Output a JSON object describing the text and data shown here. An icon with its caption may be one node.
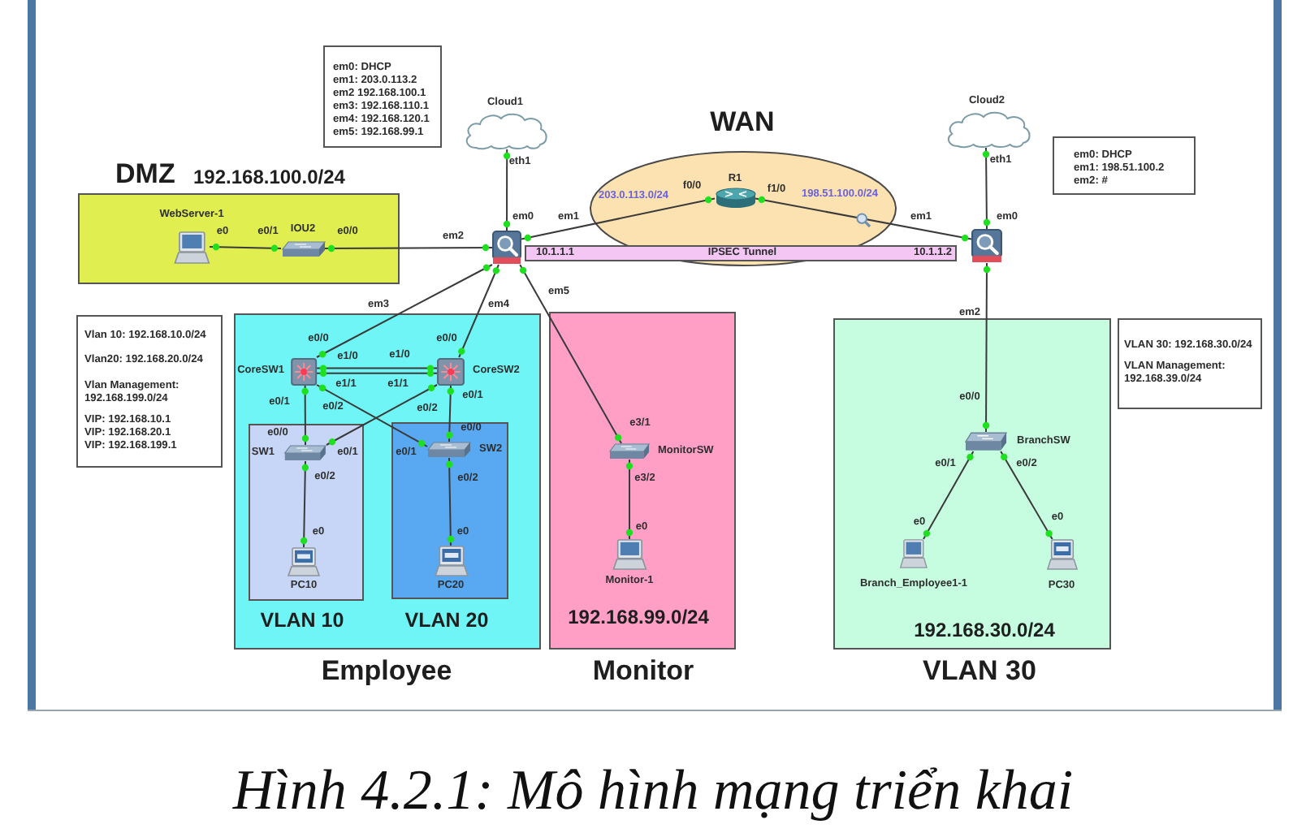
{
  "diagram": {
    "caption": "Hình 4.2.1: Mô hình mạng triển khai",
    "nodes": [
      {
        "text": [
          "em0: DHCP",
          "em1: 203.0.113.2",
          "em2 192.168.100.1",
          "em3: 192.168.110.1",
          "em4: 192.168.120.1",
          "em5: 192.168.99.1"
        ]
      },
      {
        "text": [
          "Cloud1"
        ]
      },
      {
        "text": [
          "Cloud2"
        ]
      },
      {
        "text": [
          "WAN"
        ]
      },
      {
        "text": [
          "R1"
        ],
        "in": 3
      },
      {
        "text": [
          "em0: DHCP",
          "em1: 198.51.100.2",
          "em2: #"
        ]
      },
      {
        "text": [
          "DMZ",
          "192.168.100.0/24"
        ]
      },
      {
        "text": [
          "WebServer-1"
        ],
        "in": 6
      },
      {
        "text": [
          "IOU2"
        ],
        "in": 6
      },
      {
        "text": [],
        "shape": "picture"
      },
      {
        "text": [
          "10.1.1.1",
          "IPSEC Tunnel",
          "10.1.1.2"
        ]
      },
      {
        "text": [],
        "shape": "picture"
      },
      {
        "text": [
          "Vlan 10: 192.168.10.0/24",
          "Vlan20: 192.168.20.0/24",
          "Vlan Management: 192.168.199.0/24",
          "VIP: 192.168.10.1",
          "VIP: 192.168.20.1",
          "VIP: 192.168.199.1"
        ]
      },
      {
        "text": [
          "Employee"
        ]
      },
      {
        "text": [
          "CoreSW1"
        ],
        "in": 13
      },
      {
        "text": [
          "CoreSW2"
        ],
        "in": 13
      },
      {
        "text": [
          "VLAN 10"
        ],
        "in": 13
      },
      {
        "text": [
          "SW1"
        ],
        "in": 16
      },
      {
        "text": [
          "PC10"
        ],
        "in": 16
      },
      {
        "text": [
          "VLAN 20"
        ],
        "in": 13
      },
      {
        "text": [
          "SW2"
        ],
        "in": 19
      },
      {
        "text": [
          "PC20"
        ],
        "in": 19
      },
      {
        "text": [
          "192.168.99.0/24",
          "Monitor"
        ]
      },
      {
        "text": [
          "MonitorSW"
        ],
        "in": 22
      },
      {
        "text": [
          "Monitor-1"
        ],
        "in": 22
      },
      {
        "text": [
          "192.168.30.0/24",
          "VLAN 30"
        ]
      },
      {
        "text": [
          "BranchSW"
        ],
        "in": 25
      },
      {
        "text": [
          "Branch_Employee1-1"
        ],
        "in": 25
      },
      {
        "text": [
          "PC30"
        ],
        "in": 25
      },
      {
        "text": [
          "VLAN 30: 192.168.30.0/24",
          "VLAN Management: 192.168.39.0/24"
        ]
      }
    ],
    "edges": [
      {
        "from": 1,
        "to": 9,
        "arrow": "other"
      },
      {
        "from": 7,
        "to": 8,
        "arrow": "other"
      },
      {
        "from": 8,
        "to": 9,
        "arrow": "other"
      },
      {
        "from": 9,
        "to": 4,
        "arrow": "other"
      },
      {
        "from": 4,
        "to": 11,
        "arrow": "other"
      },
      {
        "from": 2,
        "to": 11,
        "arrow": "other"
      },
      {
        "from": 9,
        "to": 14,
        "arrow": "other"
      },
      {
        "from": 9,
        "to": 15,
        "arrow": "other"
      },
      {
        "from": 9,
        "to": 23,
        "arrow": "other"
      },
      {
        "from": 14,
        "to": 15,
        "arrow": "other"
      },
      {
        "from": 14,
        "to": 15,
        "arrow": "other"
      },
      {
        "from": 14,
        "to": 17,
        "arrow": "other"
      },
      {
        "from": 14,
        "to": 20,
        "arrow": "other"
      },
      {
        "from": 15,
        "to": 17,
        "arrow": "other"
      },
      {
        "from": 15,
        "to": 20,
        "arrow": "other"
      },
      {
        "from": 17,
        "to": 18,
        "arrow": "other"
      },
      {
        "from": 20,
        "to": 21,
        "arrow": "other"
      },
      {
        "from": 23,
        "to": 24,
        "arrow": "other"
      },
      {
        "from": 11,
        "to": 26,
        "arrow": "other"
      },
      {
        "from": 26,
        "to": 27,
        "arrow": "other"
      },
      {
        "from": 26,
        "to": 28,
        "arrow": "other"
      }
    ],
    "labels": [
      "eth1",
      "eth1",
      "f0/0",
      "f1/0",
      "203.0.113.0/24",
      "198.51.100.0/24",
      "em0",
      "em1",
      "em1",
      "em0",
      "e0",
      "e0/1",
      "e0/0",
      "em2",
      "em5",
      "em3",
      "em4",
      "em2",
      "e0/0",
      "e0/0",
      "e1/0",
      "e1/0",
      "e1/1",
      "e1/1",
      "e0/1",
      "e0/2",
      "e0/2",
      "e0/1",
      "e0/0",
      "e3/1",
      "e0/0",
      "e0/0",
      "e0/1",
      "e0/1",
      "e0/1",
      "e0/2",
      "e0/2",
      "e0/2",
      "e3/2",
      "e0",
      "e0",
      "e0",
      "e0",
      "e0"
    ]
  }
}
